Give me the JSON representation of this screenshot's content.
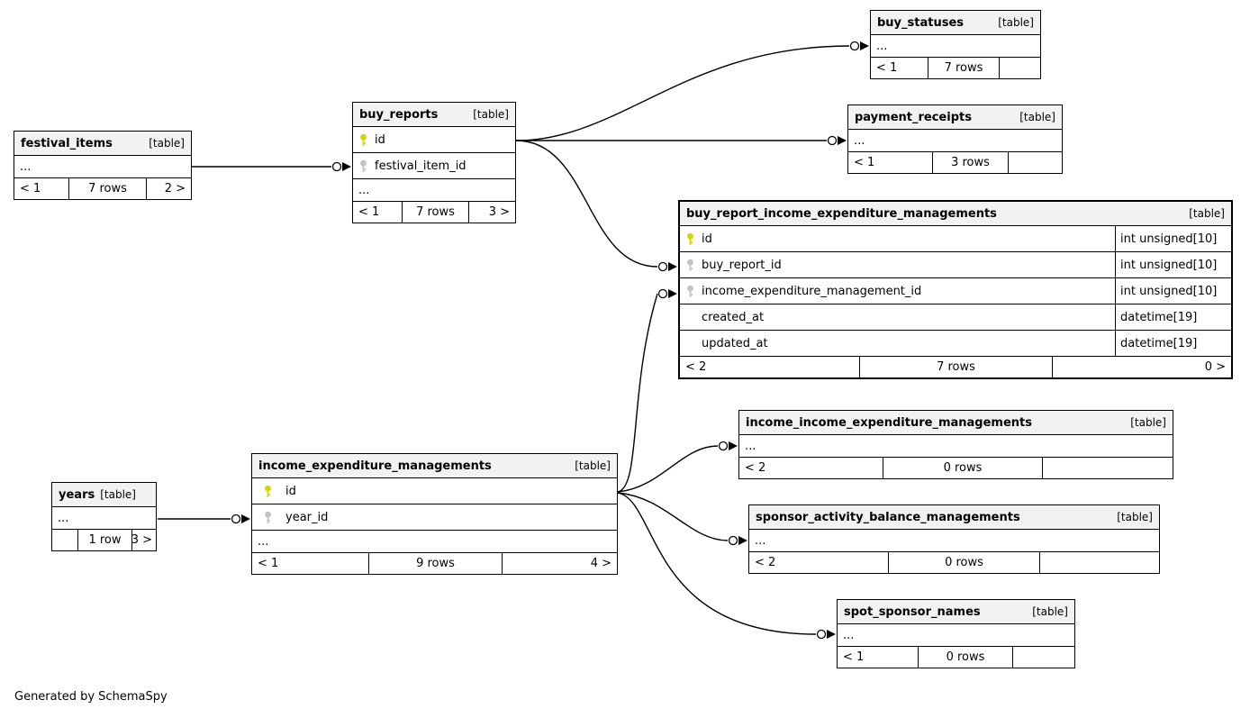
{
  "diagram": {
    "generator_note": "Generated by SchemaSpy",
    "colors": {
      "background": "#ffffff",
      "header_bg": "#f2f2f2",
      "border": "#000000",
      "primary_key_icon": "#d6d600",
      "foreign_key_icon": "#c4c4c4"
    }
  },
  "tables": {
    "festival_items": {
      "title": "festival_items",
      "tag": "[table]",
      "ellipsis": "...",
      "footer": {
        "left": "< 1",
        "center": "7 rows",
        "right": "2 >"
      }
    },
    "buy_reports": {
      "title": "buy_reports",
      "tag": "[table]",
      "ellipsis": "...",
      "columns": [
        {
          "name": "id",
          "key": "primary"
        },
        {
          "name": "festival_item_id",
          "key": "foreign"
        }
      ],
      "footer": {
        "left": "< 1",
        "center": "7 rows",
        "right": "3 >"
      }
    },
    "buy_statuses": {
      "title": "buy_statuses",
      "tag": "[table]",
      "ellipsis": "...",
      "footer": {
        "left": "< 1",
        "center": "7 rows",
        "right": ""
      }
    },
    "payment_receipts": {
      "title": "payment_receipts",
      "tag": "[table]",
      "ellipsis": "...",
      "footer": {
        "left": "< 1",
        "center": "3 rows",
        "right": ""
      }
    },
    "buy_report_income_expenditure_managements": {
      "title": "buy_report_income_expenditure_managements",
      "tag": "[table]",
      "columns": [
        {
          "name": "id",
          "type": "int unsigned[10]",
          "key": "primary"
        },
        {
          "name": "buy_report_id",
          "type": "int unsigned[10]",
          "key": "foreign"
        },
        {
          "name": "income_expenditure_management_id",
          "type": "int unsigned[10]",
          "key": "foreign"
        },
        {
          "name": "created_at",
          "type": "datetime[19]",
          "key": ""
        },
        {
          "name": "updated_at",
          "type": "datetime[19]",
          "key": ""
        }
      ],
      "footer": {
        "left": "< 2",
        "center": "7 rows",
        "right": "0 >"
      }
    },
    "income_income_expenditure_managements": {
      "title": "income_income_expenditure_managements",
      "tag": "[table]",
      "ellipsis": "...",
      "footer": {
        "left": "< 2",
        "center": "0 rows",
        "right": ""
      }
    },
    "sponsor_activity_balance_managements": {
      "title": "sponsor_activity_balance_managements",
      "tag": "[table]",
      "ellipsis": "...",
      "footer": {
        "left": "< 2",
        "center": "0 rows",
        "right": ""
      }
    },
    "income_expenditure_managements": {
      "title": "income_expenditure_managements",
      "tag": "[table]",
      "ellipsis": "...",
      "columns": [
        {
          "name": "id",
          "key": "primary"
        },
        {
          "name": "year_id",
          "key": "foreign"
        }
      ],
      "footer": {
        "left": "< 1",
        "center": "9 rows",
        "right": "4 >"
      }
    },
    "years": {
      "title": "years",
      "tag": "[table]",
      "ellipsis": "...",
      "footer": {
        "left": "",
        "center": "1 row",
        "right": "3 >"
      }
    },
    "spot_sponsor_names": {
      "title": "spot_sponsor_names",
      "tag": "[table]",
      "ellipsis": "...",
      "footer": {
        "left": "< 1",
        "center": "0 rows",
        "right": ""
      }
    }
  },
  "relationships": [
    {
      "from": "festival_items",
      "to": "buy_reports",
      "to_column": "festival_item_id"
    },
    {
      "from": "buy_reports",
      "to": "buy_statuses"
    },
    {
      "from": "buy_reports",
      "to": "payment_receipts"
    },
    {
      "from": "buy_reports",
      "to": "buy_report_income_expenditure_managements",
      "to_column": "buy_report_id"
    },
    {
      "from": "income_expenditure_managements",
      "to": "buy_report_income_expenditure_managements",
      "to_column": "income_expenditure_management_id"
    },
    {
      "from": "income_expenditure_managements",
      "to": "income_income_expenditure_managements"
    },
    {
      "from": "income_expenditure_managements",
      "to": "sponsor_activity_balance_managements"
    },
    {
      "from": "income_expenditure_managements",
      "to": "spot_sponsor_names"
    },
    {
      "from": "years",
      "to": "income_expenditure_managements",
      "to_column": "year_id"
    }
  ]
}
